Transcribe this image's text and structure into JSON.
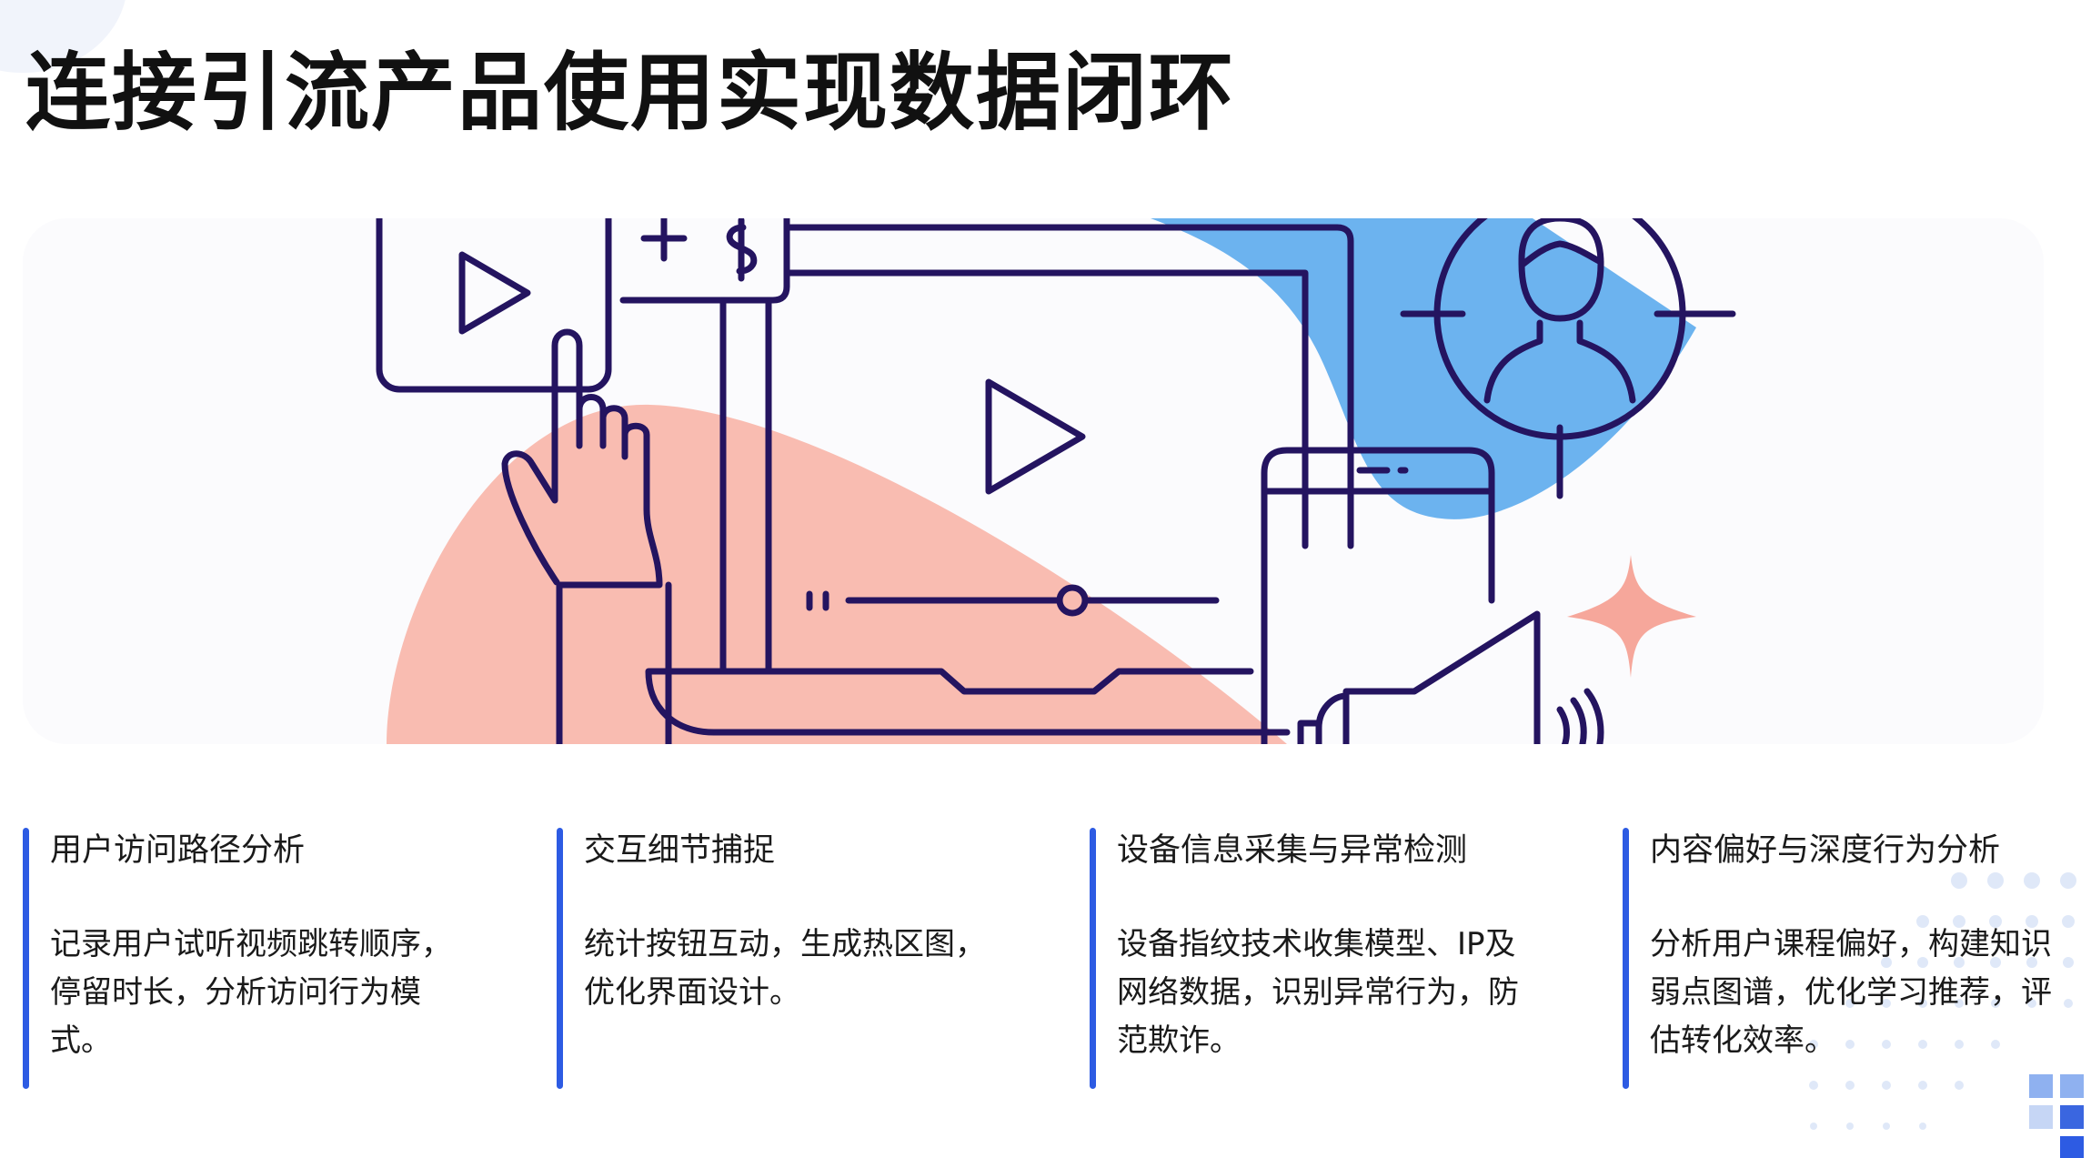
{
  "page": {
    "title": "连接引流产品使用实现数据闭环"
  },
  "illustration": {
    "icons": [
      "video-thumbnail-icon",
      "money-plus-icon",
      "pointing-hand-icon",
      "play-icon",
      "video-progress-slider",
      "mobile-phone-icon",
      "megaphone-icon",
      "user-target-icon",
      "sparkle-icon"
    ],
    "colors": {
      "line": "#241460",
      "pink_blob": "#f9bcb1",
      "blue_blob": "#6cb3ef",
      "sparkle": "#f6a79b",
      "accent_bar": "#2d5be3"
    }
  },
  "features": [
    {
      "title": "用户访问路径分析",
      "description": "记录用户试听视频跳转顺序，停留时长，分析访问行为模式。"
    },
    {
      "title": "交互细节捕捉",
      "description": "统计按钮互动，生成热区图，优化界面设计。"
    },
    {
      "title": "设备信息采集与异常检测",
      "description": "设备指纹技术收集模型、IP及网络数据，识别异常行为，防范欺诈。"
    },
    {
      "title": "内容偏好与深度行为分析",
      "description": "分析用户课程偏好，构建知识弱点图谱，优化学习推荐，评估转化效率。"
    }
  ]
}
